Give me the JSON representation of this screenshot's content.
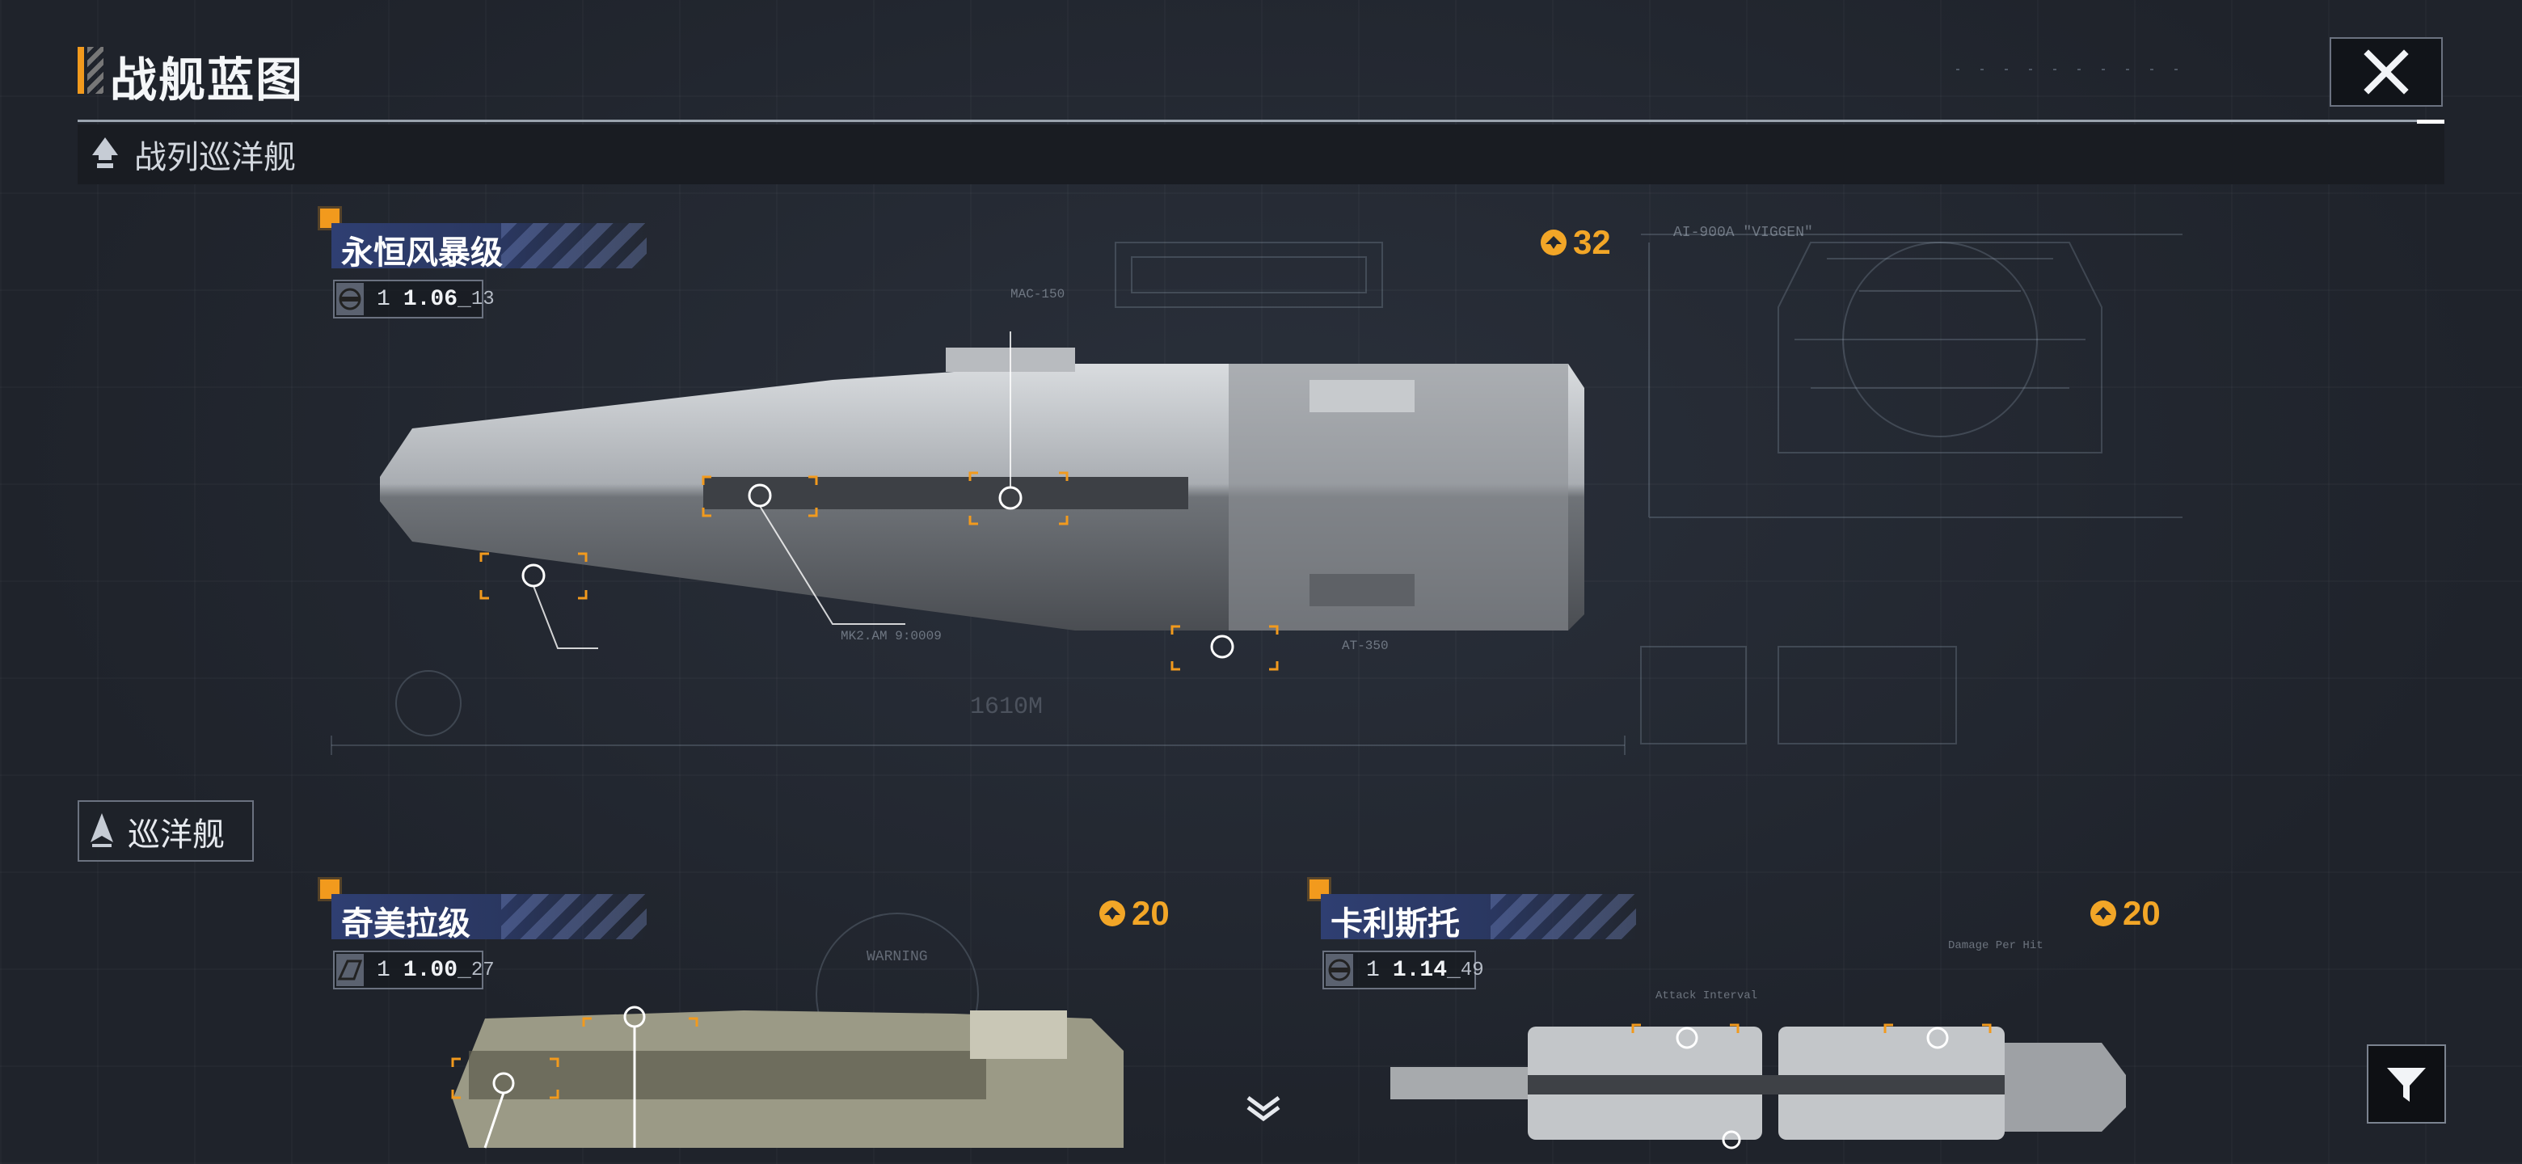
{
  "header": {
    "title": "战舰蓝图",
    "close_icon": "close-icon"
  },
  "sections": {
    "battlecruiser": {
      "label": "战列巡洋舰",
      "icon": "battlecruiser-class-icon"
    },
    "cruiser": {
      "label": "巡洋舰",
      "icon": "cruiser-class-icon"
    }
  },
  "ships": [
    {
      "name": "永恒风暴级",
      "tier": "1",
      "value_main": "1.06",
      "value_sub": "13",
      "cost": "32",
      "type_icon": "ship-type-icon"
    },
    {
      "name": "奇美拉级",
      "tier": "1",
      "value_main": "1.00",
      "value_sub": "27",
      "cost": "20",
      "type_icon": "ship-type-icon"
    },
    {
      "name": "卡利斯托",
      "tier": "1",
      "value_main": "1.14",
      "value_sub": "49",
      "cost": "20",
      "type_icon": "ship-type-icon"
    }
  ],
  "blueprint": {
    "length_label": "1610M",
    "model_label": "AI-900A \"VIGGEN\"",
    "warning_label": "WARNING",
    "annotations": [
      "MAC-150",
      "MK2.AM 9:0009",
      "AT-350",
      "Attack Interval",
      "Damage Per Hit"
    ]
  },
  "controls": {
    "filter_icon": "filter-icon",
    "scroll_icon": "chevron-down-icon"
  },
  "colors": {
    "accent": "#f29a1d",
    "cost": "#f2a627",
    "nameplate": "#2f3f72"
  }
}
